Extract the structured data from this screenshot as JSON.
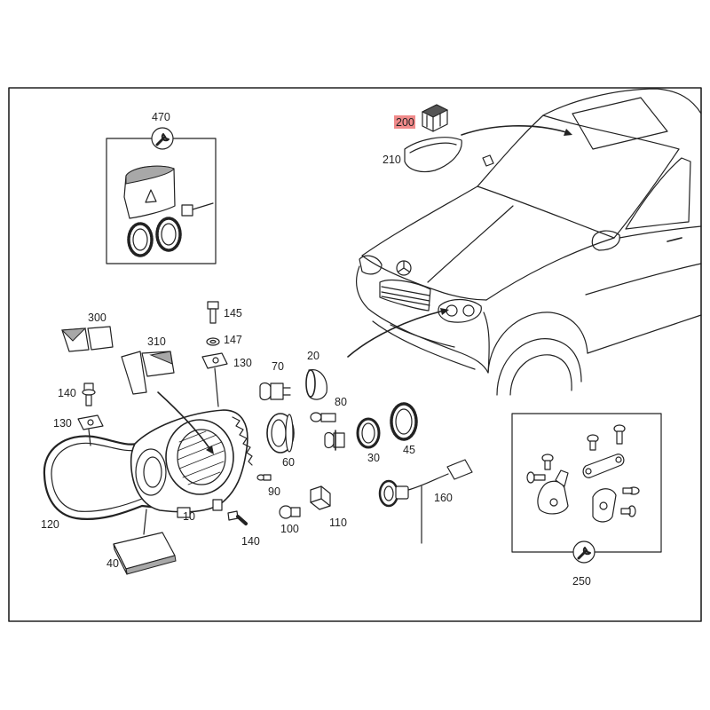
{
  "diagram": {
    "colors": {
      "line": "#222222",
      "highlight": "#f08a8a",
      "background": "#ffffff"
    },
    "icons": {
      "kit_470": "wrench-icon",
      "kit_250": "wrench-icon"
    },
    "callouts": {
      "p470": "470",
      "p200": "200",
      "p210": "210",
      "p300": "300",
      "p310": "310",
      "p145": "145",
      "p147": "147",
      "p130_upper": "130",
      "p70": "70",
      "p20": "20",
      "p140_left": "140",
      "p130_left": "130",
      "p80": "80",
      "p120": "120",
      "p10": "10",
      "p60": "60",
      "p30": "30",
      "p45": "45",
      "p90": "90",
      "p160": "160",
      "p140_lower": "140",
      "p100": "100",
      "p110": "110",
      "p40": "40",
      "p250": "250"
    }
  }
}
